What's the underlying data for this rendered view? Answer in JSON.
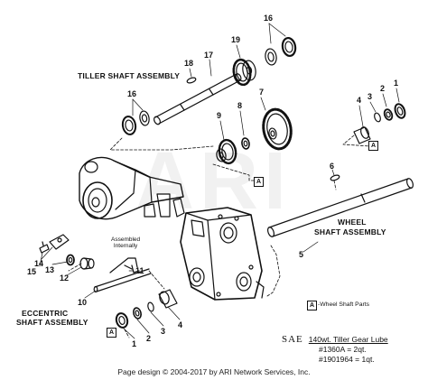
{
  "labels": {
    "tiller_shaft_assembly": "TILLER SHAFT ASSEMBLY",
    "wheel_shaft_assembly_line1": "WHEEL",
    "wheel_shaft_assembly_line2": "SHAFT ASSEMBLY",
    "eccentric_line1": "ECCENTRIC",
    "eccentric_line2": "SHAFT ASSEMBLY",
    "assembled_line1": "Assembled",
    "assembled_line2": "Internally",
    "wheel_shaft_parts": "-Wheel Shaft Parts",
    "box_letter": "A"
  },
  "part_numbers": {
    "p1a": "1",
    "p2a": "2",
    "p3a": "3",
    "p4a": "4",
    "p1b": "1",
    "p2b": "2",
    "p3b": "3",
    "p4b": "4",
    "p5": "5",
    "p6": "6",
    "p7": "7",
    "p8": "8",
    "p9": "9",
    "p10": "10",
    "p11": "11",
    "p12": "12",
    "p13": "13",
    "p14": "14",
    "p15": "15",
    "p16a": "16",
    "p16b": "16",
    "p17": "17",
    "p18": "18",
    "p19": "19"
  },
  "lube": {
    "sae": "SAE",
    "title": "140wt. Tiller Gear Lube",
    "line1": "#1360A = 2qt.",
    "line2": "#1901964 = 1qt."
  },
  "watermark": "ARI",
  "footer": "Page design © 2004-2017 by ARI Network Services, Inc."
}
